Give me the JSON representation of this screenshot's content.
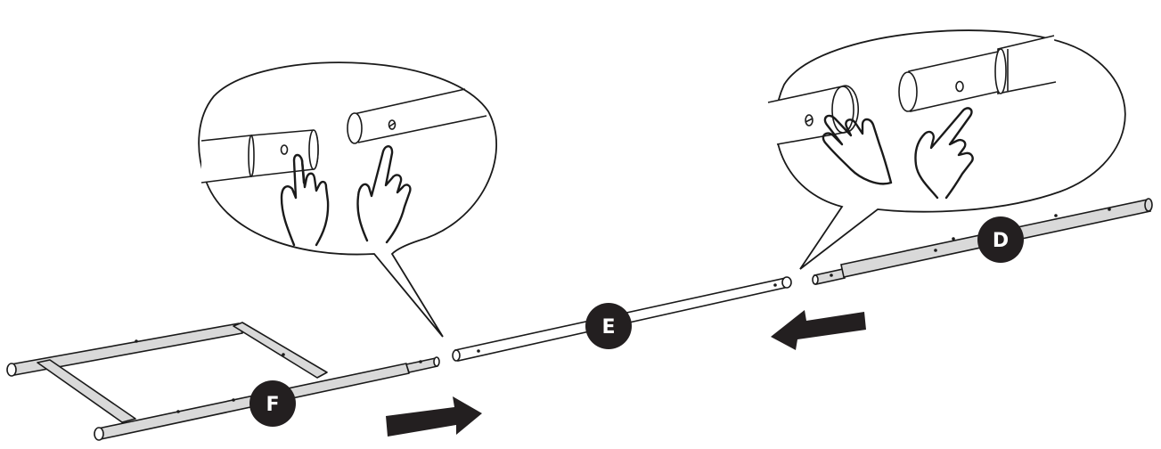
{
  "parts": {
    "F": {
      "label": "F"
    },
    "E": {
      "label": "E"
    },
    "D": {
      "label": "D"
    }
  },
  "colors": {
    "line": "#1a1a1a",
    "tube_fill": "#d9d9d9",
    "tube_light": "#ffffff",
    "badge_fill": "#231f20",
    "arrow_fill": "#231f20"
  },
  "icons": {
    "hand_icon": "pointing-hand-icon",
    "arrow_icon": "push-arrow-icon",
    "zoom_icon": "zoom-callout-icon"
  }
}
